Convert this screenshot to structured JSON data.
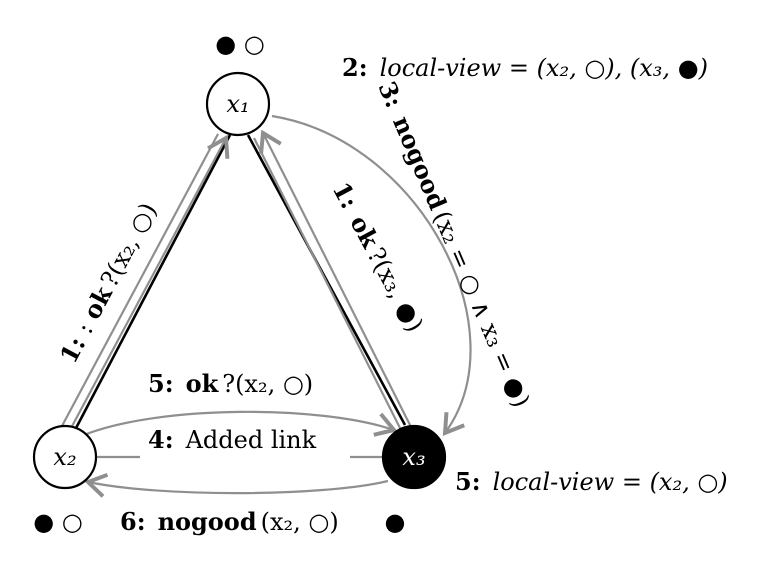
{
  "nodes": {
    "x1": {
      "label": "x₁",
      "fill": "#ffffff",
      "text_color": "#000000"
    },
    "x2": {
      "label": "x₂",
      "fill": "#ffffff",
      "text_color": "#000000"
    },
    "x3": {
      "label": "x₃",
      "fill": "#000000",
      "text_color": "#ffffff"
    }
  },
  "domains": {
    "x1_domain": "● ○",
    "x2_domain": "● ○",
    "x3_domain": "●"
  },
  "messages": {
    "m1_x2": {
      "step": "1:",
      "prefix": ":",
      "kw": "ok",
      "rest": "?(x₂, ○)"
    },
    "m1_x3": {
      "step": "1:",
      "kw": "ok",
      "rest": "?(x₃, ●)"
    },
    "m2": {
      "step": "2:",
      "text": "local-view = (x₂, ○), (x₃, ●)"
    },
    "m3": {
      "step": "3:",
      "kw": "nogood",
      "rest": "(x₂ = ○ ∧ x₃ = ●)"
    },
    "m4": {
      "step": "4:",
      "text": "Added link"
    },
    "m5_ok": {
      "step": "5:",
      "kw": "ok",
      "rest": "?(x₂, ○)"
    },
    "m5_lv": {
      "step": "5:",
      "text": "local-view = (x₂, ○)"
    },
    "m6": {
      "step": "6:",
      "kw": "nogood",
      "rest": "(x₂, ○)"
    }
  },
  "colors": {
    "edge": "#000000",
    "message_arrow": "#8f8f8f"
  }
}
